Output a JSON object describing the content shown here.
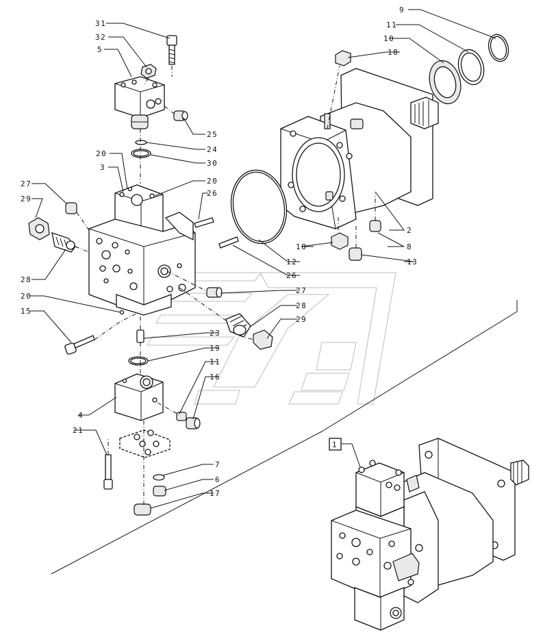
{
  "callouts": [
    {
      "id": "c31",
      "text": "31"
    },
    {
      "id": "c32",
      "text": "32"
    },
    {
      "id": "c5",
      "text": "5"
    },
    {
      "id": "c25",
      "text": "25"
    },
    {
      "id": "c24",
      "text": "24"
    },
    {
      "id": "c30",
      "text": "30"
    },
    {
      "id": "c20a",
      "text": "20"
    },
    {
      "id": "c3",
      "text": "3"
    },
    {
      "id": "c20b",
      "text": "20"
    },
    {
      "id": "c26a",
      "text": "26"
    },
    {
      "id": "c27a",
      "text": "27"
    },
    {
      "id": "c29a",
      "text": "29"
    },
    {
      "id": "c28a",
      "text": "28"
    },
    {
      "id": "c20c",
      "text": "20"
    },
    {
      "id": "c15",
      "text": "15"
    },
    {
      "id": "c9",
      "text": "9"
    },
    {
      "id": "c11a",
      "text": "11"
    },
    {
      "id": "c10",
      "text": "10"
    },
    {
      "id": "c18a",
      "text": "18"
    },
    {
      "id": "c2",
      "text": "2"
    },
    {
      "id": "c8",
      "text": "8"
    },
    {
      "id": "c13",
      "text": "13"
    },
    {
      "id": "c18b",
      "text": "18"
    },
    {
      "id": "c12",
      "text": "12"
    },
    {
      "id": "c26b",
      "text": "26"
    },
    {
      "id": "c27b",
      "text": "27"
    },
    {
      "id": "c28b",
      "text": "28"
    },
    {
      "id": "c29b",
      "text": "29"
    },
    {
      "id": "c23",
      "text": "23"
    },
    {
      "id": "c19",
      "text": "19"
    },
    {
      "id": "c11b",
      "text": "11"
    },
    {
      "id": "c16",
      "text": "16"
    },
    {
      "id": "c4",
      "text": "4"
    },
    {
      "id": "c21",
      "text": "21"
    },
    {
      "id": "c7",
      "text": "7"
    },
    {
      "id": "c6",
      "text": "6"
    },
    {
      "id": "c17",
      "text": "17"
    },
    {
      "id": "c1",
      "text": "1"
    }
  ]
}
